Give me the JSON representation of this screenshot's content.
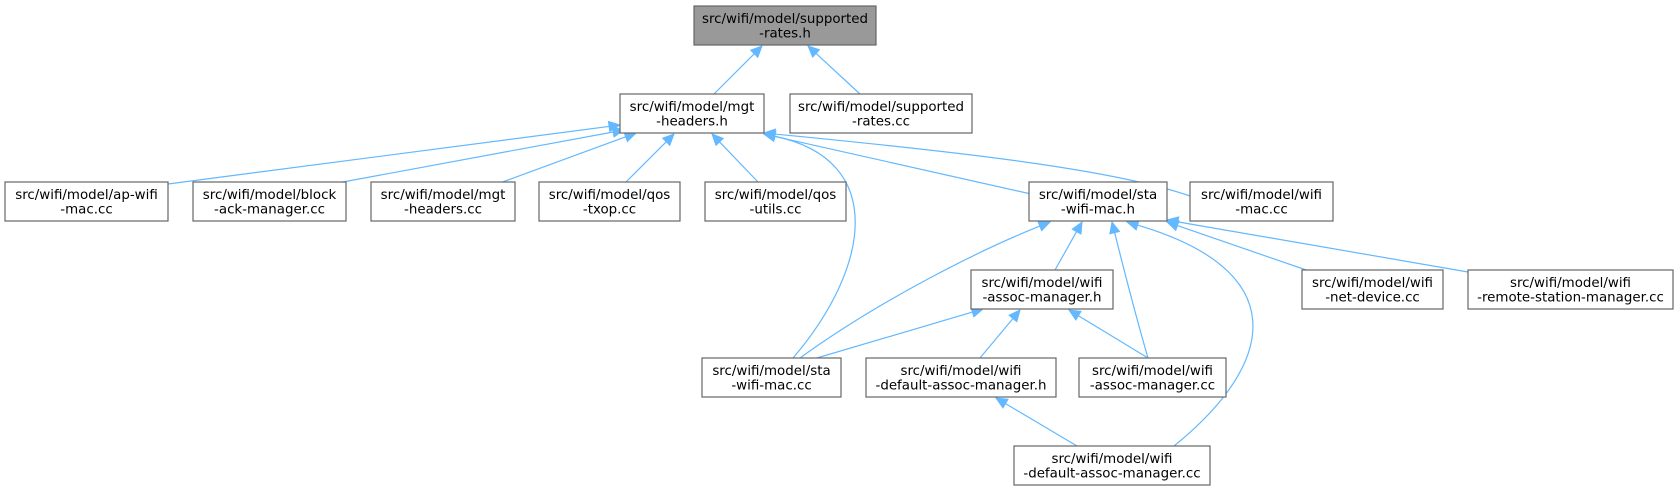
{
  "colors": {
    "edge": "#63b8ff",
    "node_border": "#666666",
    "node_fill": "#ffffff",
    "root_fill": "#999999"
  },
  "nodes": [
    {
      "id": "supported_rates_h",
      "lines": [
        "src/wifi/model/supported",
        "-rates.h"
      ],
      "root": true
    },
    {
      "id": "mgt_headers_h",
      "lines": [
        "src/wifi/model/mgt",
        "-headers.h"
      ]
    },
    {
      "id": "supported_rates_cc",
      "lines": [
        "src/wifi/model/supported",
        "-rates.cc"
      ]
    },
    {
      "id": "ap_wifi_mac_cc",
      "lines": [
        "src/wifi/model/ap-wifi",
        "-mac.cc"
      ]
    },
    {
      "id": "block_ack_manager_cc",
      "lines": [
        "src/wifi/model/block",
        "-ack-manager.cc"
      ]
    },
    {
      "id": "mgt_headers_cc",
      "lines": [
        "src/wifi/model/mgt",
        "-headers.cc"
      ]
    },
    {
      "id": "qos_txop_cc",
      "lines": [
        "src/wifi/model/qos",
        "-txop.cc"
      ]
    },
    {
      "id": "qos_utils_cc",
      "lines": [
        "src/wifi/model/qos",
        "-utils.cc"
      ]
    },
    {
      "id": "sta_wifi_mac_h",
      "lines": [
        "src/wifi/model/sta",
        "-wifi-mac.h"
      ]
    },
    {
      "id": "wifi_mac_cc",
      "lines": [
        "src/wifi/model/wifi",
        "-mac.cc"
      ]
    },
    {
      "id": "wifi_assoc_manager_h",
      "lines": [
        "src/wifi/model/wifi",
        "-assoc-manager.h"
      ]
    },
    {
      "id": "wifi_net_device_cc",
      "lines": [
        "src/wifi/model/wifi",
        "-net-device.cc"
      ]
    },
    {
      "id": "wifi_remote_station_manager_cc",
      "lines": [
        "src/wifi/model/wifi",
        "-remote-station-manager.cc"
      ]
    },
    {
      "id": "sta_wifi_mac_cc",
      "lines": [
        "src/wifi/model/sta",
        "-wifi-mac.cc"
      ]
    },
    {
      "id": "wifi_default_assoc_manager_h",
      "lines": [
        "src/wifi/model/wifi",
        "-default-assoc-manager.h"
      ]
    },
    {
      "id": "wifi_assoc_manager_cc",
      "lines": [
        "src/wifi/model/wifi",
        "-assoc-manager.cc"
      ]
    },
    {
      "id": "wifi_default_assoc_manager_cc",
      "lines": [
        "src/wifi/model/wifi",
        "-default-assoc-manager.cc"
      ]
    }
  ],
  "edges": [
    {
      "from": "mgt_headers_h",
      "to": "supported_rates_h"
    },
    {
      "from": "supported_rates_cc",
      "to": "supported_rates_h"
    },
    {
      "from": "ap_wifi_mac_cc",
      "to": "mgt_headers_h"
    },
    {
      "from": "block_ack_manager_cc",
      "to": "mgt_headers_h"
    },
    {
      "from": "mgt_headers_cc",
      "to": "mgt_headers_h"
    },
    {
      "from": "qos_txop_cc",
      "to": "mgt_headers_h"
    },
    {
      "from": "qos_utils_cc",
      "to": "mgt_headers_h"
    },
    {
      "from": "sta_wifi_mac_cc",
      "to": "mgt_headers_h"
    },
    {
      "from": "sta_wifi_mac_h",
      "to": "mgt_headers_h"
    },
    {
      "from": "wifi_mac_cc",
      "to": "mgt_headers_h"
    },
    {
      "from": "sta_wifi_mac_cc",
      "to": "sta_wifi_mac_h"
    },
    {
      "from": "wifi_assoc_manager_h",
      "to": "sta_wifi_mac_h"
    },
    {
      "from": "wifi_assoc_manager_cc",
      "to": "sta_wifi_mac_h"
    },
    {
      "from": "wifi_default_assoc_manager_cc",
      "to": "sta_wifi_mac_h"
    },
    {
      "from": "wifi_net_device_cc",
      "to": "sta_wifi_mac_h"
    },
    {
      "from": "wifi_remote_station_manager_cc",
      "to": "sta_wifi_mac_h"
    },
    {
      "from": "sta_wifi_mac_cc",
      "to": "wifi_assoc_manager_h"
    },
    {
      "from": "wifi_default_assoc_manager_h",
      "to": "wifi_assoc_manager_h"
    },
    {
      "from": "wifi_assoc_manager_cc",
      "to": "wifi_assoc_manager_h"
    },
    {
      "from": "wifi_default_assoc_manager_cc",
      "to": "wifi_default_assoc_manager_h"
    }
  ]
}
